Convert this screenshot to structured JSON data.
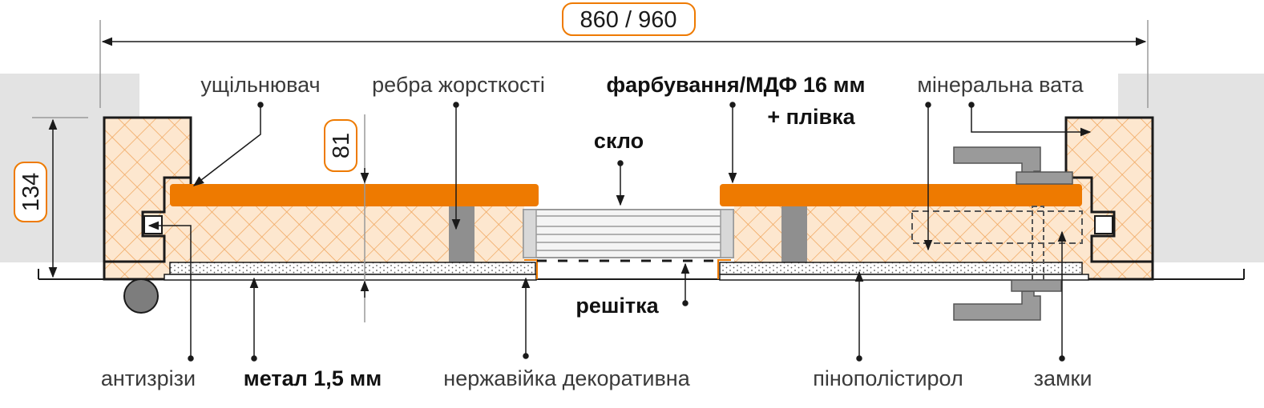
{
  "colors": {
    "accent": "#ee7a00",
    "insulation": "#fde7cf",
    "wall": "#e3e3e3",
    "rib": "#8f8f8f",
    "line": "#1a1a1a"
  },
  "dimensions": {
    "width": "860 / 960",
    "frame_depth": "134",
    "leaf_depth": "81"
  },
  "labels": {
    "seal": "ущільнювач",
    "ribs": "ребра жорсткості",
    "finish_line1": "фарбування/МДФ 16 мм",
    "finish_line2": "+ плівка",
    "mineral_wool": "мінеральна вата",
    "glass": "скло",
    "grille": "решітка",
    "anti_cut": "антизрізи",
    "metal": "метал 1,5 мм",
    "steel_decor": "нержавійка декоративна",
    "foam": "пінополістирол",
    "locks": "замки"
  }
}
